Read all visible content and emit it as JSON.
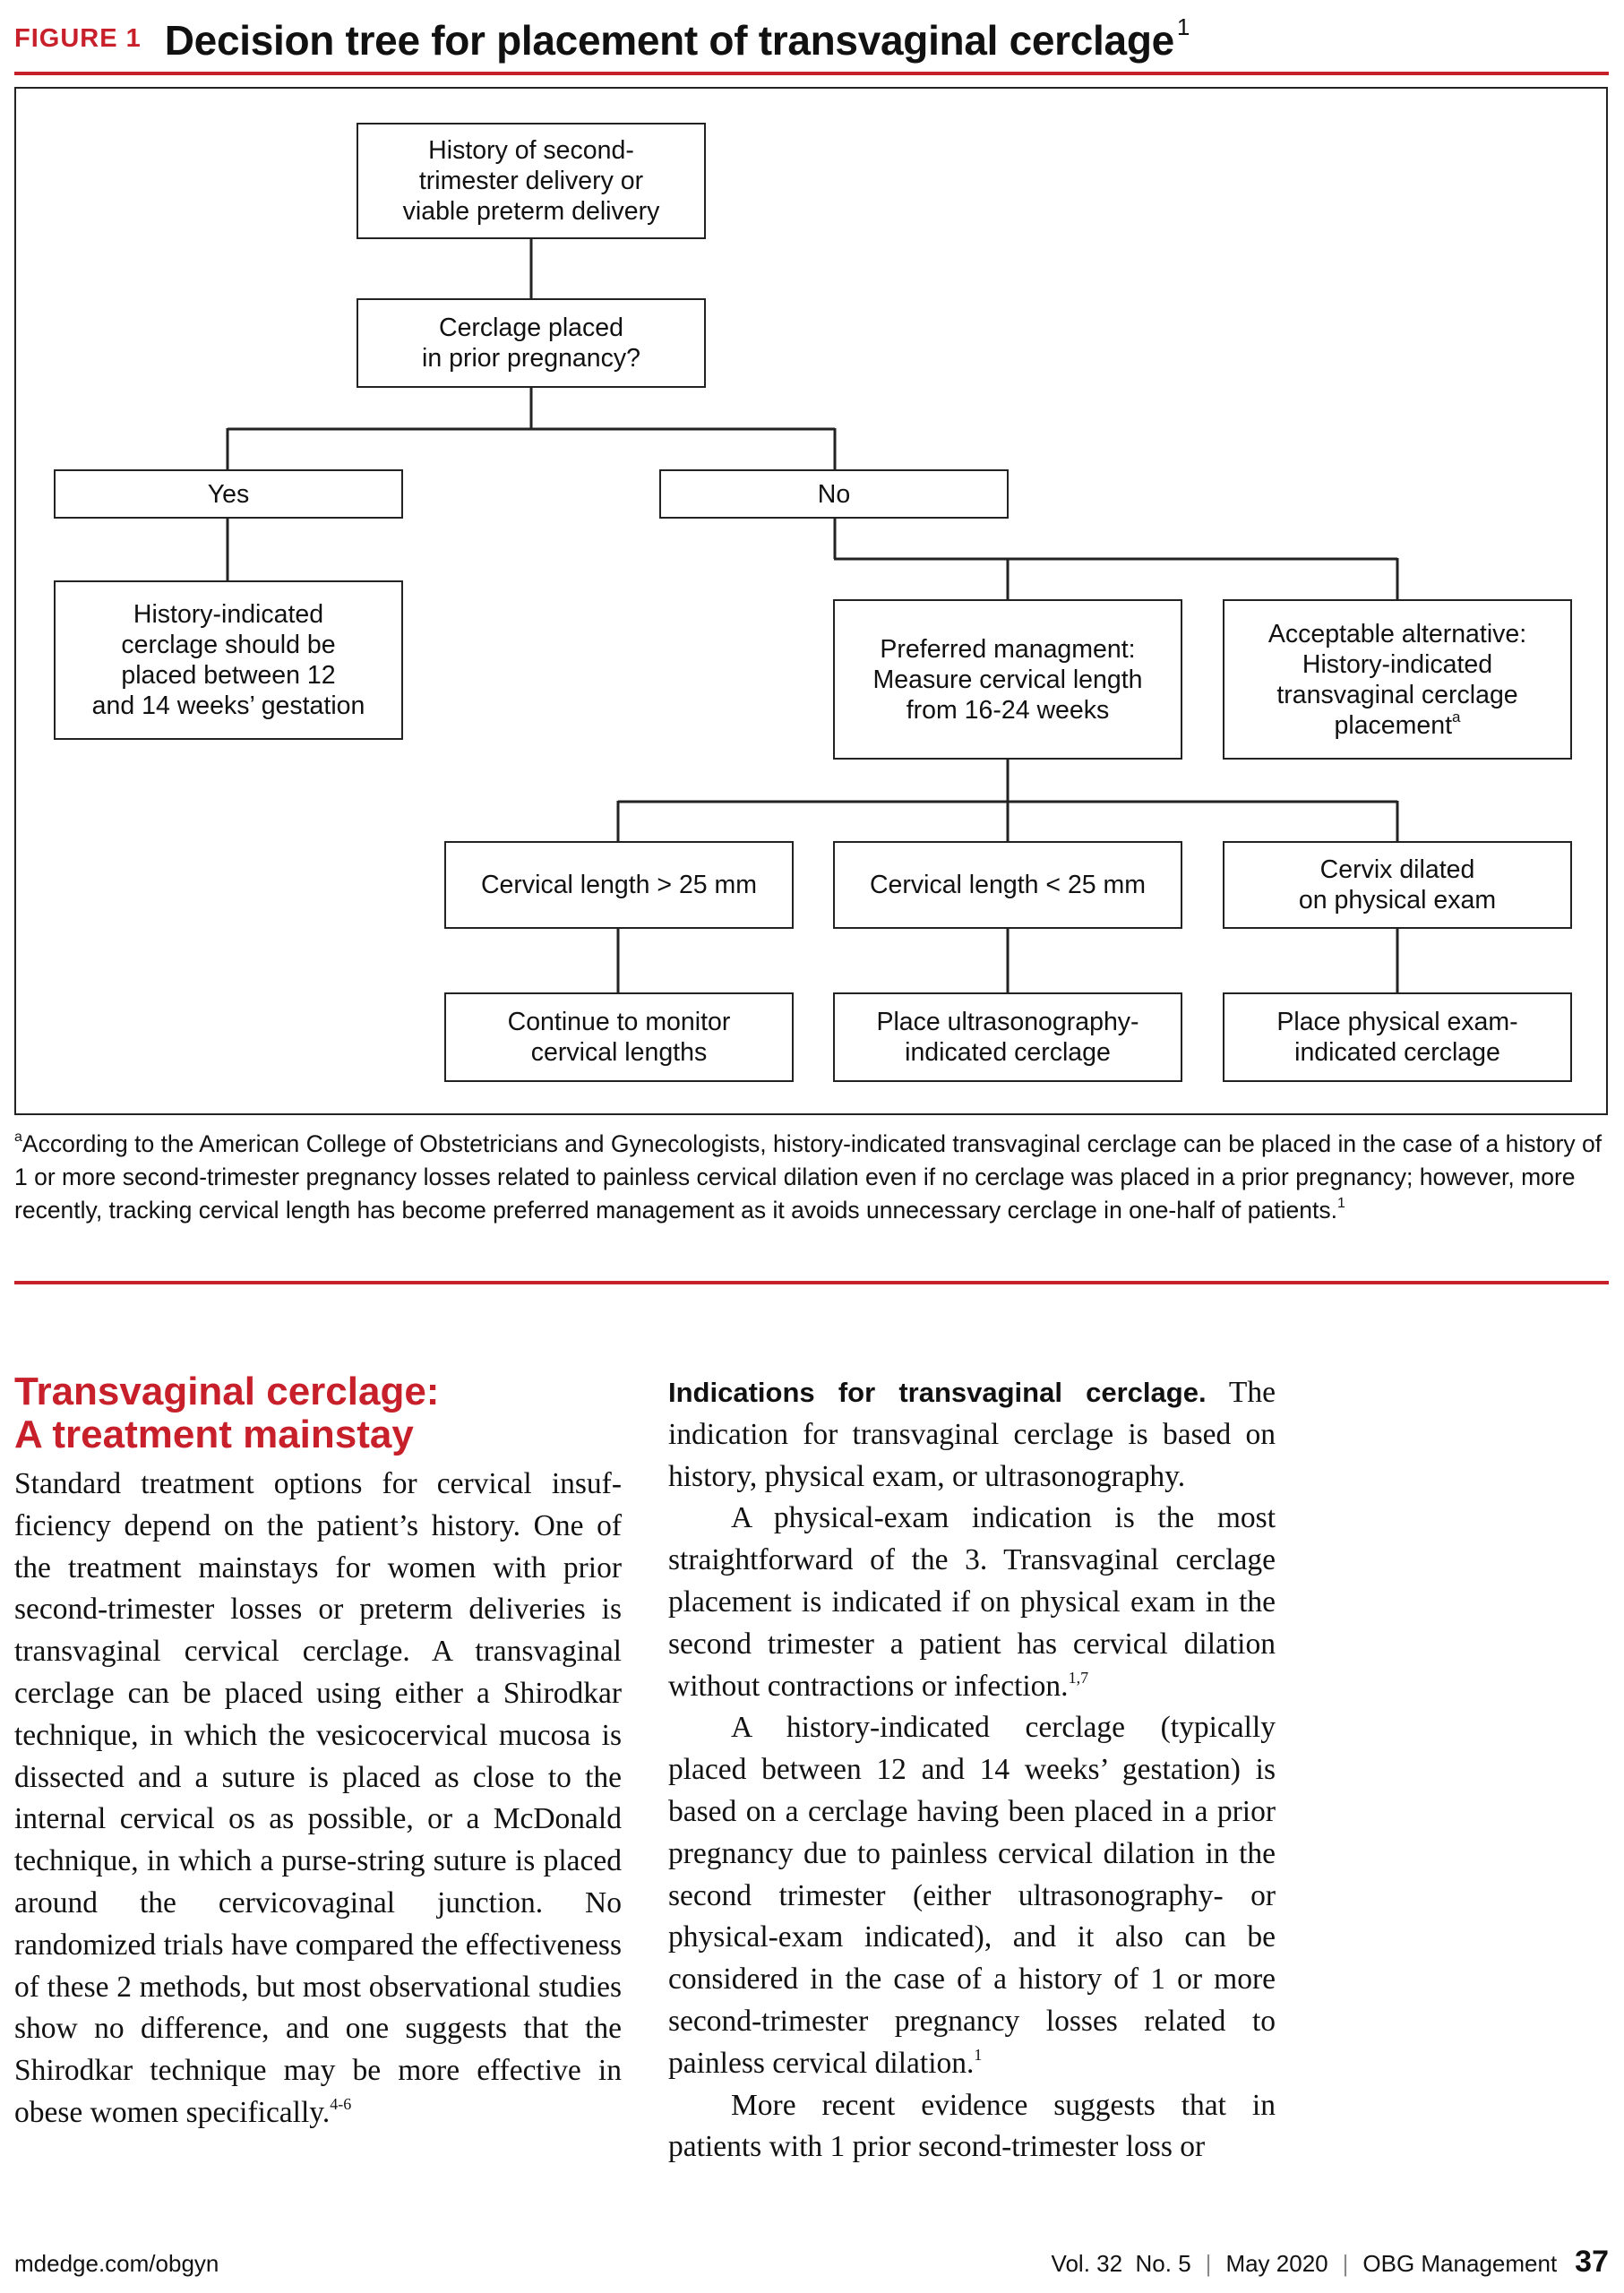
{
  "figure": {
    "label": "FIGURE 1",
    "title": "Decision tree for placement of transvaginal cerclage",
    "title_ref": "1",
    "nodes": {
      "history": "History of second-\ntrimester delivery or\nviable preterm delivery",
      "prior": "Cerclage placed\nin prior pregnancy?",
      "yes": "Yes",
      "no": "No",
      "yes_result": "History-indicated\ncerclage should be\nplaced between 12\nand 14 weeks’ gestation",
      "preferred": "Preferred managment:\nMeasure cervical length\nfrom 16-24 weeks",
      "alternative": "Acceptable alternative:\nHistory-indicated\ntransvaginal cerclage\nplacement",
      "alternative_ref": "a",
      "cl_gt": "Cervical length > 25 mm",
      "cl_lt": "Cervical length < 25 mm",
      "dilated": "Cervix dilated\non physical exam",
      "monitor": "Continue to monitor\ncervical lengths",
      "ultra": "Place ultrasonography-\nindicated cerclage",
      "pe": "Place physical exam-\nindicated cerclage"
    },
    "footnote_mark": "a",
    "footnote": "According to the American College of Obstetricians and Gynecologists, history-indicated transvaginal cerclage can be placed in the case of a history of 1 or more second-trimester pregnancy losses related to painless cervical dilation even if no cerclage was placed in a prior pregnancy; however, more recently, tracking cervical length has become preferred management as it avoids unnecessary cerclage in one-half of patients.",
    "footnote_ref": "1"
  },
  "article": {
    "heading_line1": "Transvaginal cerclage:",
    "heading_line2": "A treatment mainstay",
    "col1_p1": "Standard treatment options for cervical insuf­ficiency depend on the patient’s history. One of the treatment mainstays for women with prior second-trimester losses or preterm deliveries is transvaginal cervical cerclage. A transvaginal cerclage can be placed using either a Shirodkar technique, in which the ves­icocervical mucosa is dissected and a suture is placed as close to the internal cervical os as possible, or a McDonald technique, in which a purse-string suture is placed around the cervicovaginal junction. No randomized tri­als have compared the effectiveness of these 2 methods, but most observational studies show no difference, and one suggests that the Shirodkar technique may be more effective in obese women specifically.",
    "col1_p1_ref": "4-6",
    "col2_runin": "Indications for transvaginal cerclage.",
    "col2_p1": " The indication for transvaginal cerclage is based on history, physical exam, or ultrasonography.",
    "col2_p2": "A physical-exam indication is the most straightforward of the 3. Transvaginal cerclage placement is indicated if on physical exam in the second trimester a patient has cervical dilation without contractions or infection.",
    "col2_p2_ref": "1,7",
    "col2_p3": "A history-indicated cerclage (typically placed between 12 and 14 weeks’ gestation) is based on a cerclage having been placed in a prior pregnancy due to painless cervical dila­tion in the second trimester (either ultraso­nography- or physical-exam indicated), and it also can be considered in the case of a his­tory of 1 or more second-trimester pregnancy losses related to painless cervical dilation.",
    "col2_p3_ref": "1",
    "col2_p4": "More recent evidence suggests that in patients with 1 prior second-trimester loss or"
  },
  "footer": {
    "url": "mdedge.com/obgyn",
    "volume": "Vol. 32",
    "issue": "No. 5",
    "date": "May 2020",
    "journal": "OBG Management",
    "page": "37",
    "separator": "|"
  },
  "colors": {
    "accent": "#c8202b",
    "text": "#111111",
    "rule": "#222222"
  }
}
